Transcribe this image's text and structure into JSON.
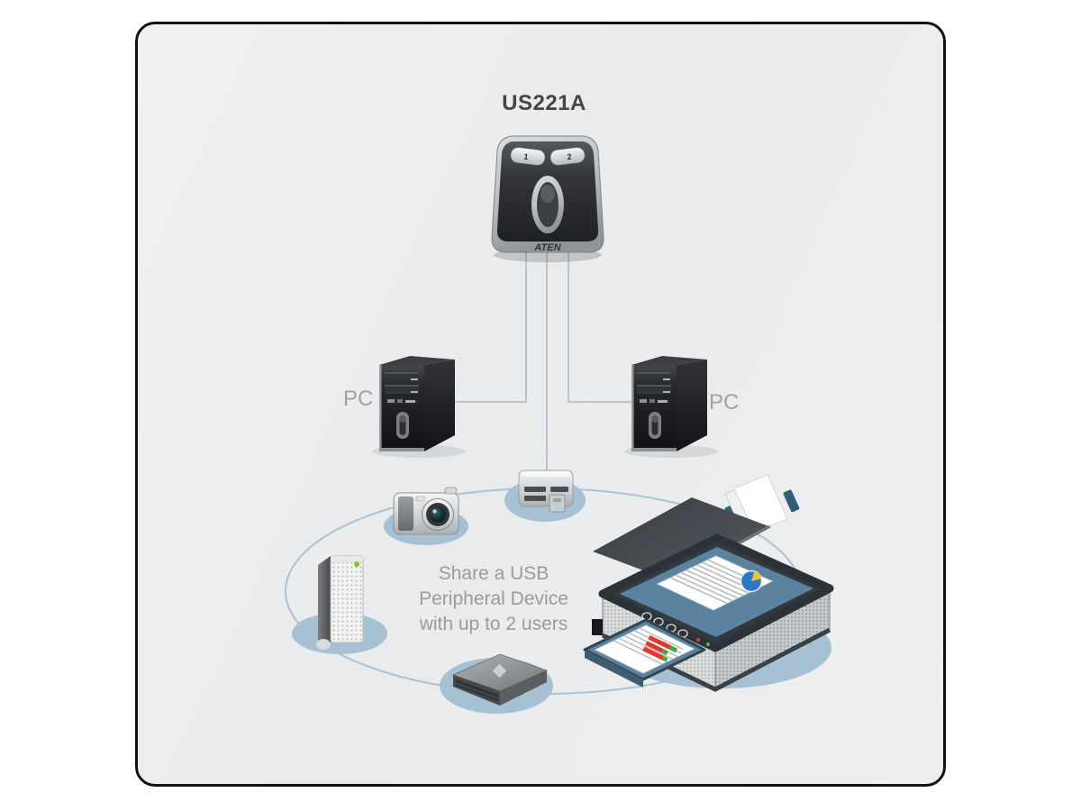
{
  "window": {
    "background": "#ffffff"
  },
  "canvas": {
    "background": "#ecedef",
    "border_color": "#111213"
  },
  "diagram": {
    "title": "US221A",
    "switch": {
      "brand_logo": "ATEN",
      "button1": "1",
      "button2": "2"
    },
    "pc_left_label": "PC",
    "pc_right_label": "PC",
    "share_text_line1": "Share a USB",
    "share_text_line2": "Peripheral Device",
    "share_text_line3": "with up to 2 users",
    "colors": {
      "connector_line": "#b7c6cf",
      "ring_line": "#a9c3d4",
      "device_pad": "#a6c1d3",
      "pc_label_gray": "#a2a2a2",
      "share_text_gray": "#9b9b9b",
      "title_color": "#454545",
      "printer_deck_blue": "#5b83a0",
      "document_bar_red": "#df392e",
      "document_bar_green": "#3faa3c",
      "pie_blue": "#2d77c4",
      "pie_yellow": "#f2c12e",
      "led_green": "#7ec832"
    },
    "icons": {
      "usb_switch": "trapezoid-switch-device",
      "pc_tower": "computer-tower",
      "usb_hub": "card-reader",
      "camera": "digital-camera",
      "external_drive": "perforated-tower-drive",
      "portable_drive": "slim-portable-drive",
      "printer": "multifunction-printer"
    }
  }
}
